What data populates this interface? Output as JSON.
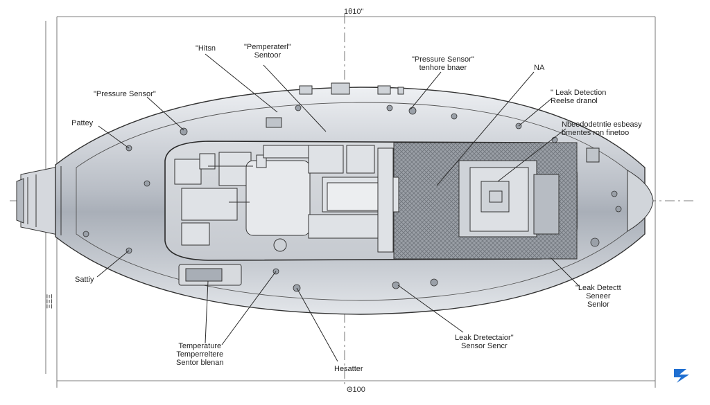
{
  "dimensions": {
    "top": "1θ10\"",
    "bottom": "Θ100",
    "left": "ΞΞΞ"
  },
  "labels": {
    "hitsn": "\"Hitsn",
    "temp_top": "\"Pemperaterl\"\nSentoor",
    "pressure_top": "\"Pressure Sensor\"\ntenhore bnaer",
    "na": "NA",
    "pressure_left": "\"Pressure Sensor\"",
    "leak_detection_top": "\" Leak Detection\nReelse dranol",
    "pattey": "Pattey",
    "nbe_note": "Nbeedodetntie esbeasy\nbmentes ron finetoo",
    "sattiy": "Sattiy",
    "leak_right": "\"Leak Detectt\nSeneer\nSenlor",
    "leak_bottom": "Leak Dretectaior\"\nSensor Sencr",
    "temp_bottom": "Temperature\nTemperreltere\nSentor blenan",
    "hesatter": "Hesatter"
  },
  "colors": {
    "hull": "#c7cbd2",
    "hull_dark": "#8a9099",
    "line": "#2a2a2a",
    "logo": "#1f6fd1"
  },
  "icons": {
    "logo": "brand-arrow-icon"
  }
}
